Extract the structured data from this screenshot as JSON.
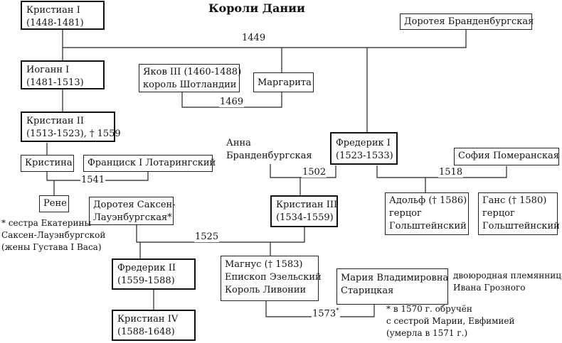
{
  "title": "Короли Дании",
  "people": {
    "christian1": [
      "Кристиан I",
      "(1448-1481)"
    ],
    "dorothea_br": [
      "Доротея Бранденбургская"
    ],
    "johann1": [
      "Иоганн I",
      "(1481-1513)"
    ],
    "jakob3": [
      "Яков III (1460-1488)",
      "король Шотландии"
    ],
    "margarita": [
      "Маргарита"
    ],
    "christian2": [
      "Кристиан II",
      "(1513-1523), † 1559"
    ],
    "anna_br": [
      "Анна",
      "Бранденбургская"
    ],
    "frederik1": [
      "Фредерик I",
      "(1523-1533)"
    ],
    "sofia_pom": [
      "София Померанская"
    ],
    "kristina": [
      "Кристина"
    ],
    "franz1": [
      "Франциск I Лотарингский"
    ],
    "rene": [
      "Рене"
    ],
    "dorothea_sl": [
      "Доротея Саксен-",
      "Лауэнбургская*"
    ],
    "christian3": [
      "Кристиан III",
      "(1534-1559)"
    ],
    "adolf": [
      "Адольф († 1586)",
      "герцог",
      "Гольштейнский"
    ],
    "hans": [
      "Ганс († 1580)",
      "герцог",
      "Гольштейнский"
    ],
    "frederik2": [
      "Фредерик II",
      "(1559-1588)"
    ],
    "magnus": [
      "Магнус († 1583)",
      "Епископ Эзельский",
      "Король Ливонии"
    ],
    "maria": [
      "Мария Владимировна",
      "Старицкая"
    ],
    "christian4": [
      "Кристиан IV",
      "(1588-1648)"
    ]
  },
  "years": {
    "y1449": "1449",
    "y1469": "1469",
    "y1502": "1502",
    "y1518": "1518",
    "y1541": "1541",
    "y1525": "1525",
    "y1573": "1573",
    "y1573_mark": "*"
  },
  "notes": {
    "dorothea_note": [
      "* сестра Екатерины",
      "Саксен-Лауэнбургской",
      "(жены Густава I Васа)"
    ],
    "maria_note": [
      "двоюродная племянница",
      "Ивана Грозного"
    ],
    "magnus_note": [
      "* в 1570 г. обручён",
      "с сестрой Марии, Евфимией",
      "(умерла в 1571 г.)"
    ]
  },
  "colors": {
    "line": "#222222",
    "text": "#111111"
  }
}
